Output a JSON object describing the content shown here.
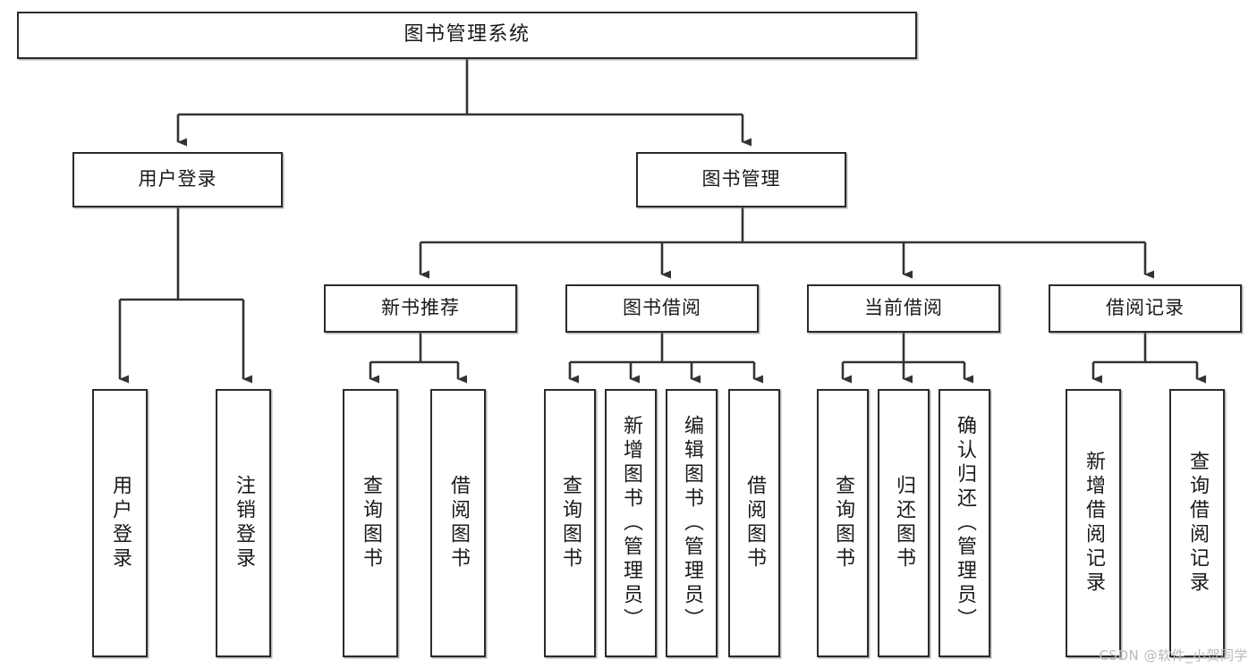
{
  "diagram": {
    "type": "tree",
    "title": "图书管理系统",
    "root": {
      "label": "图书管理系统"
    },
    "level2": [
      {
        "label": "用户登录"
      },
      {
        "label": "图书管理"
      }
    ],
    "level3": [
      {
        "label": "新书推荐"
      },
      {
        "label": "图书借阅"
      },
      {
        "label": "当前借阅"
      },
      {
        "label": "借阅记录"
      }
    ],
    "leaves": {
      "user_login": [
        {
          "label": "用户登录"
        },
        {
          "label": "注销登录"
        }
      ],
      "new_book_recommend": [
        {
          "label": "查询图书"
        },
        {
          "label": "借阅图书"
        }
      ],
      "book_borrow": [
        {
          "label": "查询图书"
        },
        {
          "label": "新增图书（管理员）"
        },
        {
          "label": "编辑图书（管理员）"
        },
        {
          "label": "借阅图书"
        }
      ],
      "current_borrow": [
        {
          "label": "查询图书"
        },
        {
          "label": "归还图书"
        },
        {
          "label": "确认归还（管理员）"
        }
      ],
      "borrow_record": [
        {
          "label": "新增借阅记录"
        },
        {
          "label": "查询借阅记录"
        }
      ]
    }
  },
  "watermark": {
    "text": "CSDN @软件_小贺同学"
  },
  "colors": {
    "box_border": "#2b2b2b",
    "box_fill": "#ffffff",
    "edge": "#333333",
    "text": "#1a1a1a",
    "watermark": "#b9b9b9"
  }
}
